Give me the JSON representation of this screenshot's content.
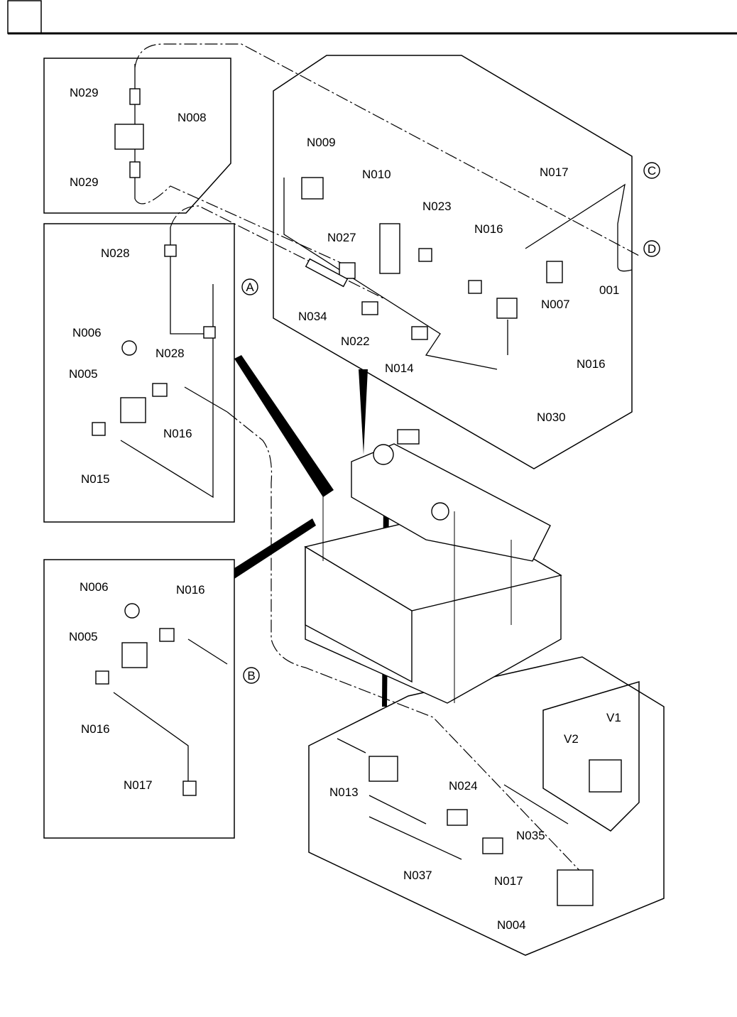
{
  "header": {
    "box_label": ""
  },
  "callouts": {
    "panel_top_left": [
      "N029",
      "N008",
      "N029"
    ],
    "panel_top_right": [
      "N009",
      "N010",
      "N023",
      "N017",
      "N016",
      "N027",
      "001",
      "N007",
      "N034",
      "N022",
      "N014",
      "N016",
      "N030"
    ],
    "panel_mid_left": [
      "N028",
      "N006",
      "N028",
      "N005",
      "N016",
      "N015"
    ],
    "panel_bottom_left": [
      "N006",
      "N016",
      "N005",
      "N016",
      "N017"
    ],
    "panel_bottom_right": [
      "N013",
      "N024",
      "N035",
      "N037",
      "N017",
      "N004",
      "V2",
      "V1"
    ]
  },
  "connectors": [
    "A",
    "B",
    "C",
    "D"
  ]
}
